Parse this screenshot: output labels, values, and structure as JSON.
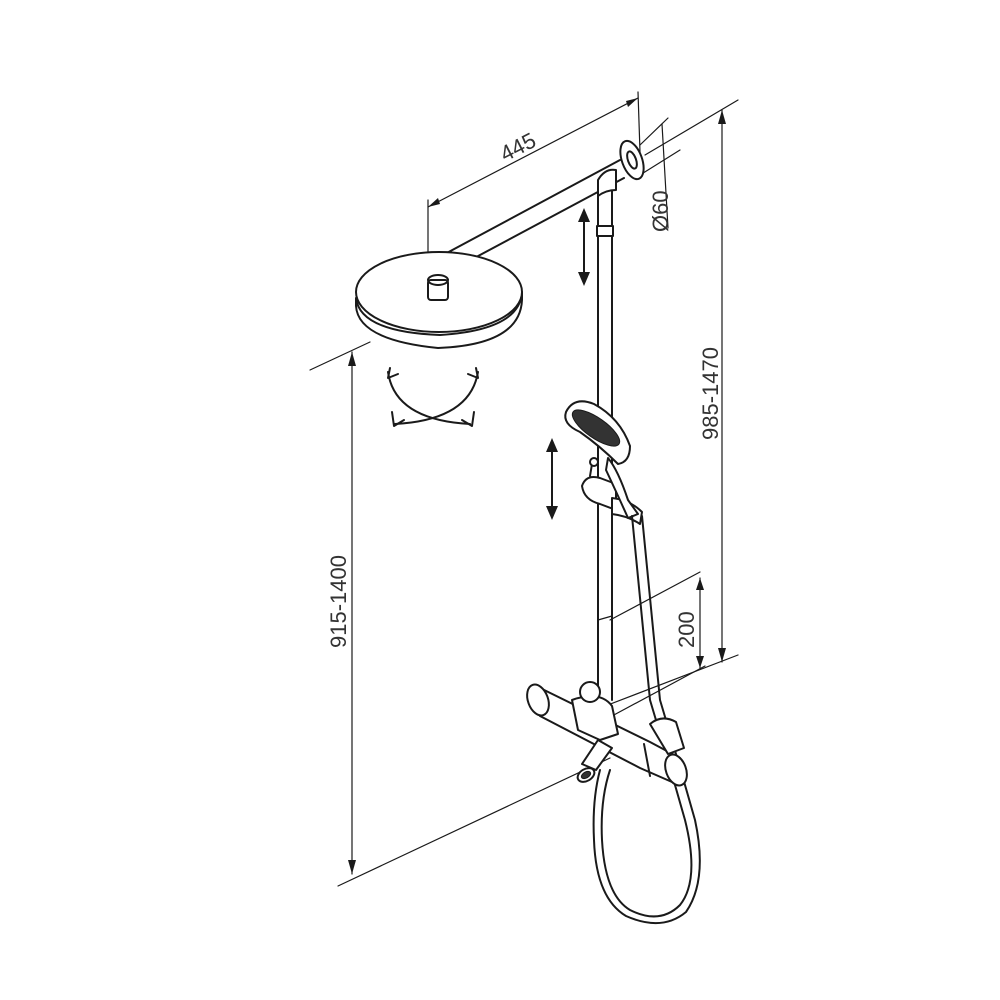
{
  "dimensions": {
    "arm_length": "445",
    "pipe_diameter": "Ø60",
    "bar_height_range": "985-1470",
    "head_height_range": "915-1400",
    "outlet_spacing": "200"
  },
  "colors": {
    "line": "#1a1a1a",
    "text": "#333333",
    "background": "#ffffff"
  }
}
